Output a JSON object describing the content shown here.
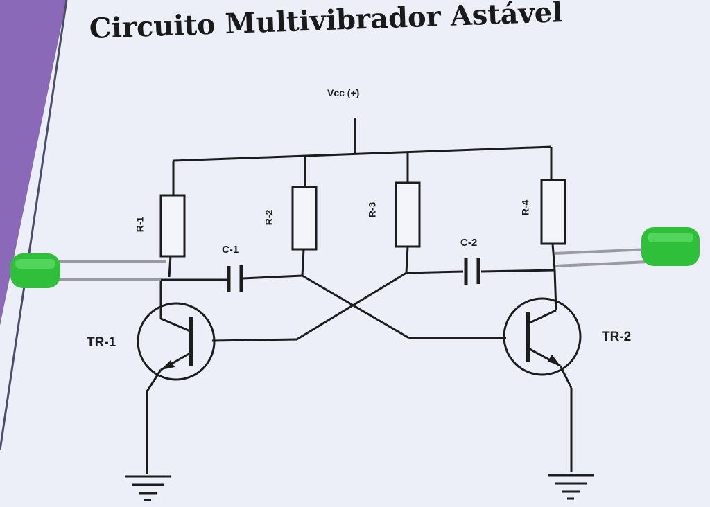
{
  "title": "Circuito Multivibrador Astável",
  "supply": {
    "label": "Vcc (+)"
  },
  "resistors": [
    "R-1",
    "R-2",
    "R-3",
    "R-4"
  ],
  "capacitors": [
    "C-1",
    "C-2"
  ],
  "transistors": [
    "TR-1",
    "TR-2"
  ],
  "colors": {
    "background_left": "#8a6ab8",
    "paper": "#eceff7",
    "ink": "#1c1c1c",
    "led_green": "#2fbf3a"
  }
}
